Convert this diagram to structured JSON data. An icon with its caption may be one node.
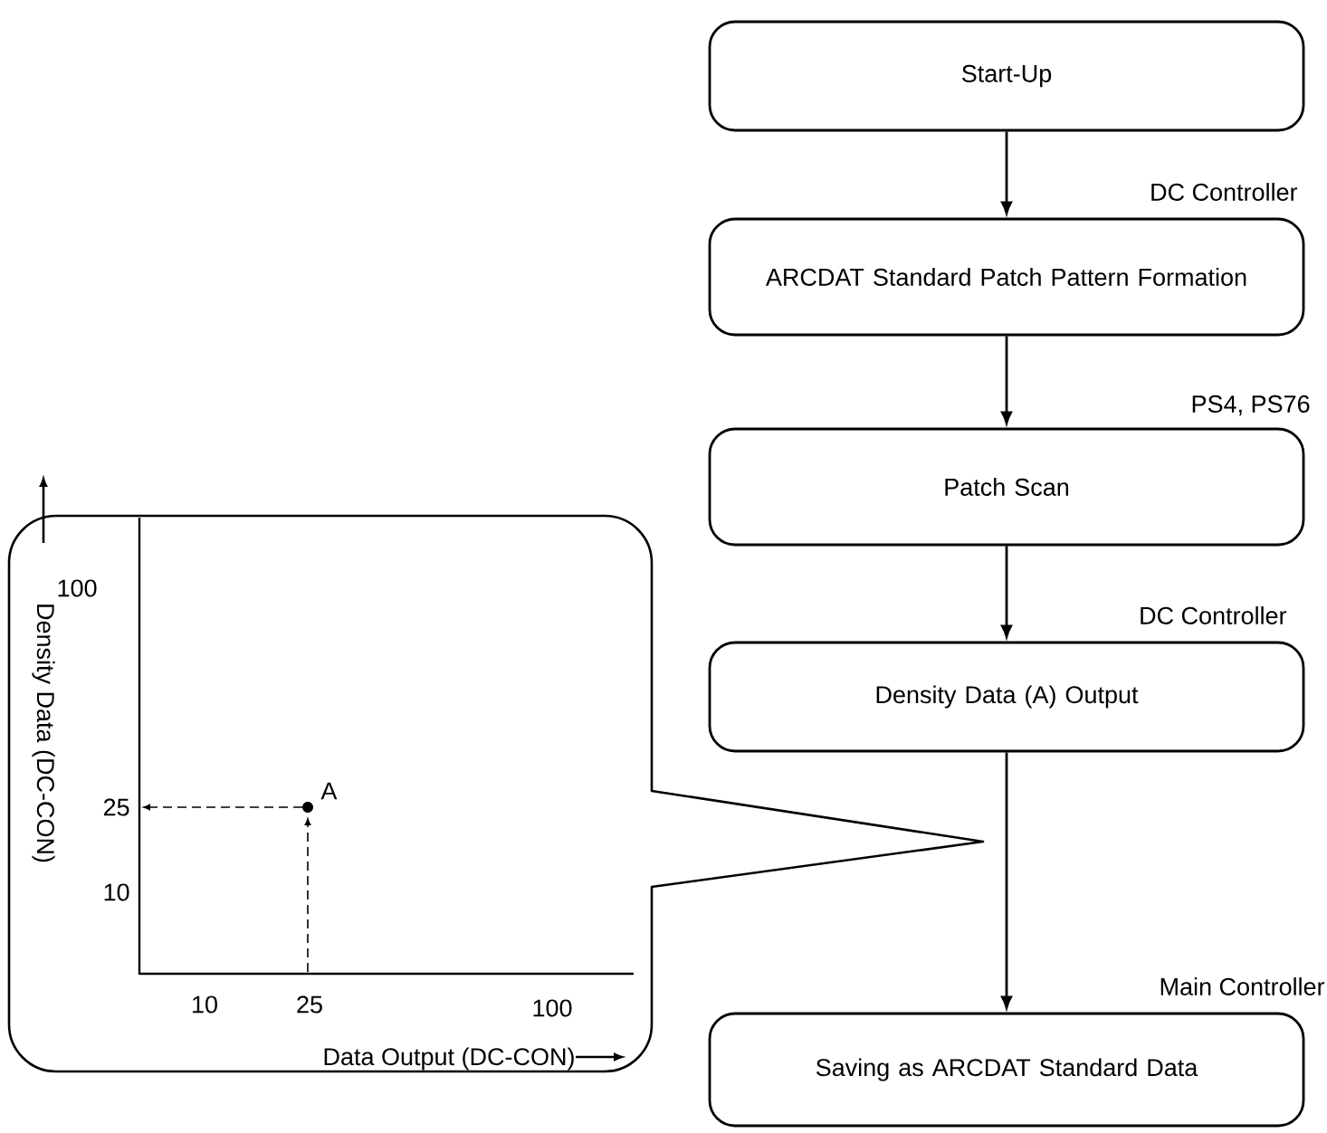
{
  "diagram": {
    "nodes": [
      {
        "text": [
          "Start-Up"
        ]
      },
      {
        "text": [
          "ARCDAT Standard Patch Pattern Formation"
        ],
        "beside": [
          "DC Controller"
        ]
      },
      {
        "text": [
          "Patch Scan"
        ],
        "beside": [
          "PS4, PS76"
        ]
      },
      {
        "text": [
          "Density Data (A) Output"
        ],
        "beside": [
          "DC Controller"
        ]
      },
      {
        "text": [
          "Saving as ARCDAT Standard Data"
        ],
        "beside": [
          "Main Controller"
        ]
      },
      {
        "text": [],
        "shape": "callout"
      }
    ],
    "edges": [
      {
        "from": 0,
        "to": 1,
        "arrow": "to"
      },
      {
        "from": 1,
        "to": 2,
        "arrow": "to"
      },
      {
        "from": 2,
        "to": 3,
        "arrow": "to"
      },
      {
        "from": 3,
        "to": 4,
        "arrow": "to"
      }
    ],
    "labels": [
      "Density Data (DC-CON)",
      "100",
      "25",
      "A",
      "10",
      "10",
      "25",
      "100",
      "Data Output (DC-CON)"
    ]
  }
}
